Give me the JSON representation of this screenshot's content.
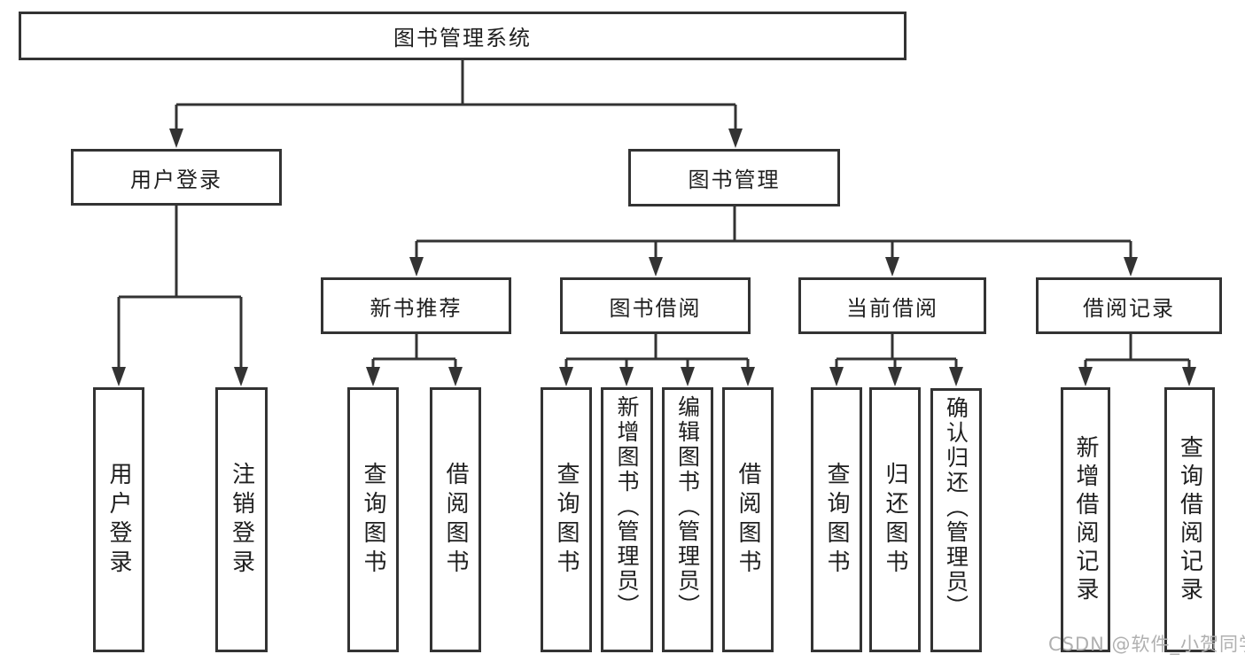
{
  "colors": {
    "line": "#333333",
    "box_border": "#333333",
    "box_background": "#ffffff",
    "text": "#1f1f1f",
    "watermark": "#b0b0b0"
  },
  "watermark": {
    "text": "CSDN @软件_小贺同学"
  },
  "tree": {
    "root": {
      "label": "图书管理系统",
      "children": [
        {
          "label": "用户登录",
          "children": [
            {
              "label": "用户登录"
            },
            {
              "label": "注销登录"
            }
          ]
        },
        {
          "label": "图书管理",
          "children": [
            {
              "label": "新书推荐",
              "children": [
                {
                  "label": "查询图书"
                },
                {
                  "label": "借阅图书"
                }
              ]
            },
            {
              "label": "图书借阅",
              "children": [
                {
                  "label": "查询图书"
                },
                {
                  "label": "新增图书（管理员）"
                },
                {
                  "label": "编辑图书（管理员）"
                },
                {
                  "label": "借阅图书"
                }
              ]
            },
            {
              "label": "当前借阅",
              "children": [
                {
                  "label": "查询图书"
                },
                {
                  "label": "归还图书"
                },
                {
                  "label": "确认归还（管理员）"
                }
              ]
            },
            {
              "label": "借阅记录",
              "children": [
                {
                  "label": "新增借阅记录"
                },
                {
                  "label": "查询借阅记录"
                }
              ]
            }
          ]
        }
      ]
    }
  }
}
